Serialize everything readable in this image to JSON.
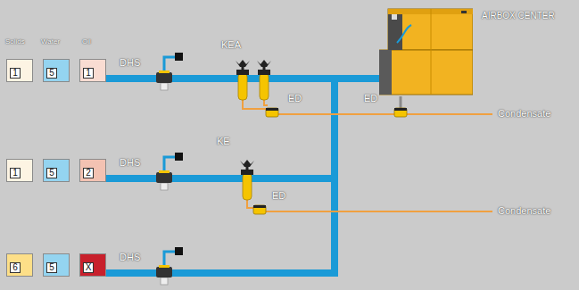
{
  "diagram": {
    "nodes": [
      {
        "text": [
          "1"
        ]
      },
      {
        "text": [
          "5"
        ]
      },
      {
        "text": [
          "1"
        ]
      },
      {
        "text": [
          "AIRBOX CENTER"
        ]
      },
      {
        "text": [
          "1"
        ]
      },
      {
        "text": [
          "5"
        ]
      },
      {
        "text": [
          "2"
        ]
      },
      {
        "text": [
          "6"
        ]
      },
      {
        "text": [
          "5"
        ]
      },
      {
        "text": [
          "X"
        ]
      }
    ],
    "edges": [
      {
        "from": 2,
        "to": 3,
        "arrow": "none"
      },
      {
        "from": 6,
        "to": 3,
        "arrow": "none"
      },
      {
        "from": 9,
        "to": 3,
        "arrow": "none"
      }
    ],
    "labels": [
      "Solids",
      "Water",
      "Oil",
      "KEA",
      "DHS",
      "ED",
      "ED",
      "Condensate",
      "KE",
      "DHS",
      "ED",
      "Condensate",
      "DHS"
    ]
  }
}
